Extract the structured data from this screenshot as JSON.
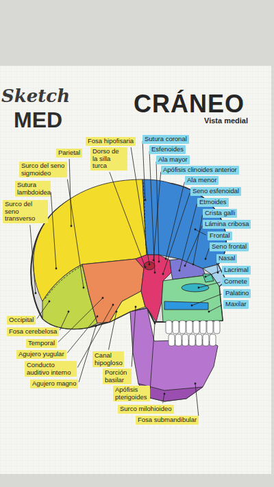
{
  "diagram": {
    "title": "CRÁNEO",
    "labels": [
      "Sketch",
      "MED",
      "Vista medial",
      "Fosa hipofisaria",
      "Parietal",
      "Dorso de la silla turca",
      "Surco del seno sigmoideo",
      "Sutura lambdoidea",
      "Surco del seno transverso",
      "Sutura coronal",
      "Esfenoides",
      "Ala mayor",
      "Apófisis clinoides anterior",
      "Ala menor",
      "Seno esfenoidal",
      "Etmoides",
      "Crista galli",
      "Lámina cribosa",
      "Frontal",
      "Seno frontal",
      "Nasal",
      "Lacrimal",
      "Cornete",
      "Palatino",
      "Maxilar",
      "Occipital",
      "Fosa cerebelosa",
      "Temporal",
      "Agujero yugular",
      "Conducto auditivo interno",
      "Agujero magno",
      "Canal hipogloso",
      "Porción basilar",
      "Apófisis pterigoides",
      "Surco milohioideo",
      "Fosa submandibular"
    ]
  }
}
